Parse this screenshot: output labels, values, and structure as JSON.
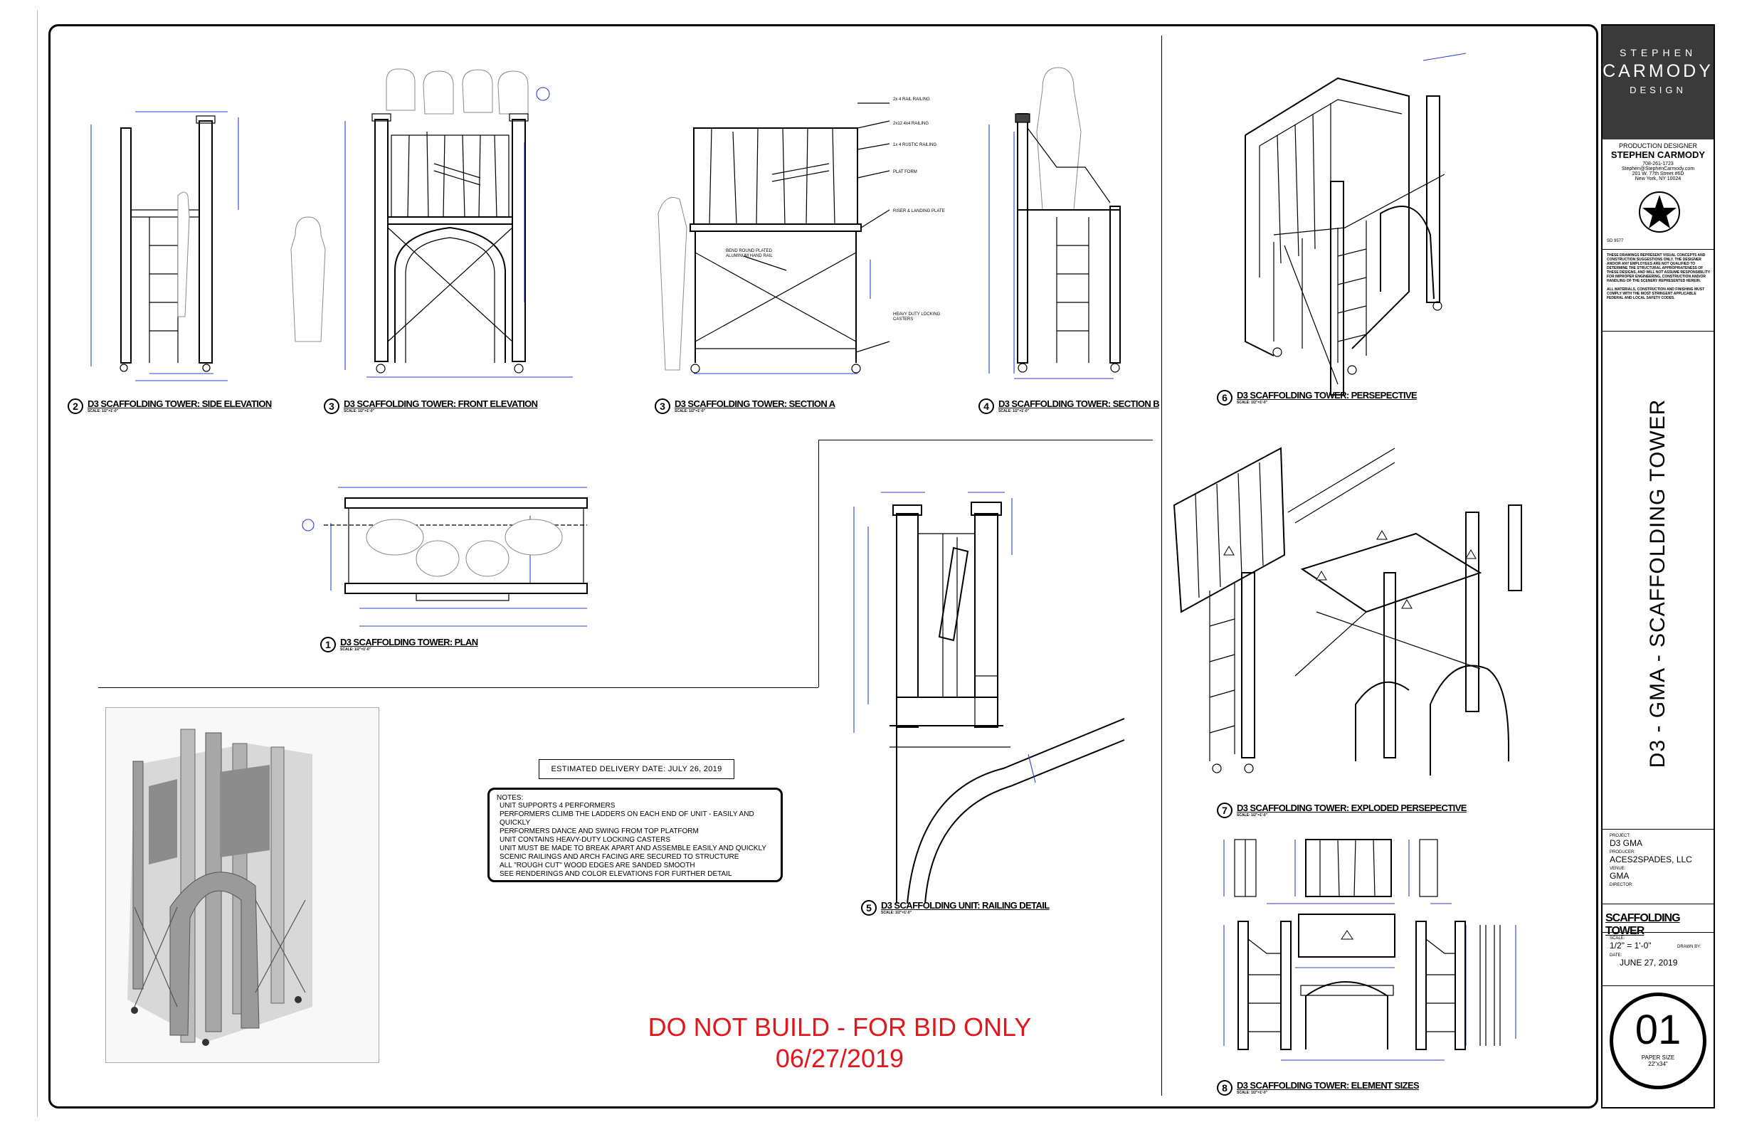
{
  "brand": {
    "line1": "STEPHEN",
    "line2": "CARMODY",
    "line3": "DESIGN"
  },
  "production": {
    "role": "PRODUCTION DESIGNER",
    "name": "STEPHEN CARMODY",
    "phone": "708-261-1723",
    "email": "Stephen@StephenCarmody.com",
    "address1": "201 W. 77th Street #6D",
    "address2": "New York, NY 10024",
    "union": "SD 9577"
  },
  "disclaimer1": "THESE DRAWINGS REPRESENT VISUAL CONCEPTS AND CONSTRUCTION SUGGESTIONS ONLY. THE DESIGNER AND/OR ANY EMPLOYEES ARE NOT QUALIFIED TO DETERMINE THE STRUCTURAL APPROPRIATENESS OF THESE DESIGNS, AND WILL NOT ASSUME RESPONSIBILITY FOR IMPROPER ENGINEERING, CONSTRUCTION AND/OR HANDLING OF THE SCENERY REPRESENTED HEREIN.",
  "disclaimer2": "ALL MATERIALS, CONSTRUCTION AND FINISHING MUST COMPLY WITH THE MOST STRINGENT APPLICABLE FEDERAL AND LOCAL SAFETY CODES.",
  "sheet_title": "D3 - GMA - SCAFFOLDING TOWER",
  "project": {
    "project_label": "PROJECT:",
    "project": "D3 GMA",
    "producer_label": "PRODUCER:",
    "producer": "ACES2SPADES, LLC",
    "venue_label": "VENUE:",
    "venue": "GMA",
    "director_label": "DIRECTOR:"
  },
  "drawing_title": "SCAFFOLDING TOWER",
  "scale_label": "SCALE:",
  "scale": "1/2\" = 1'-0\"",
  "drawn": "DRAWN BY:",
  "date_label": "DATE:",
  "date": "JUNE 27, 2019",
  "sheet_number": "01",
  "paper_size_label": "PAPER SIZE",
  "paper_size": "22\"x34\"",
  "views": [
    {
      "num": "2",
      "title": "D3 SCAFFOLDING TOWER: SIDE ELEVATION",
      "scale": "SCALE: 1/2\"=1'-0\""
    },
    {
      "num": "3",
      "title": "D3 SCAFFOLDING TOWER: FRONT ELEVATION",
      "scale": "SCALE: 1/2\"=1'-0\""
    },
    {
      "num": "3",
      "title": "D3 SCAFFOLDING TOWER: SECTION A",
      "scale": "SCALE: 1/2\"=1'-0\""
    },
    {
      "num": "4",
      "title": "D3 SCAFFOLDING TOWER: SECTION B",
      "scale": "SCALE: 1/2\"=1'-0\""
    },
    {
      "num": "6",
      "title": "D3 SCAFFOLDING TOWER: PERSEPECTIVE",
      "scale": "SCALE: 1/2\"=1'-0\""
    },
    {
      "num": "1",
      "title": "D3 SCAFFOLDING TOWER: PLAN",
      "scale": "SCALE: 1/2\"=1'-0\""
    },
    {
      "num": "7",
      "title": "D3 SCAFFOLDING TOWER: EXPLODED PERSEPECTIVE",
      "scale": "SCALE: 1/2\"=1'-0\""
    },
    {
      "num": "5",
      "title": "D3 SCAFFOLDING UNIT: RAILING DETAIL",
      "scale": "SCALE: 1/2\"=1'-0\""
    },
    {
      "num": "8",
      "title": "D3 SCAFFOLDING TOWER: ELEMENT SIZES",
      "scale": "SCALE: 1/2\"=1'-0\""
    }
  ],
  "section_a_callouts": [
    "2x 4 RAIL RAILING",
    "2x12 4x4 RAILING",
    "1x 4 RUSTIC RAILING",
    "PLAT FORM",
    "RISER & LANDING PLATE",
    "BEND ROUND PLATED ALUMINUM HAND RAIL",
    "HEAVY DUTY LOCKING CASTERS"
  ],
  "estimated_delivery": "ESTIMATED DELIVERY DATE: JULY 26, 2019",
  "notes_header": "NOTES:",
  "notes": [
    "UNIT SUPPORTS 4 PERFORMERS",
    "PERFORMERS CLIMB THE LADDERS ON EACH END OF UNIT - EASILY AND QUICKLY",
    "PERFORMERS DANCE AND SWING FROM TOP PLATFORM",
    "UNIT CONTAINS HEAVY-DUTY LOCKING CASTERS",
    "UNIT MUST BE MADE TO BREAK APART AND ASSEMBLE EASILY AND QUICKLY",
    "SCENIC RAILINGS AND ARCH FACING ARE SECURED TO STRUCTURE",
    "ALL \"ROUGH CUT\" WOOD EDGES ARE SANDED SMOOTH",
    "SEE RENDERINGS AND COLOR ELEVATIONS FOR FURTHER DETAIL"
  ],
  "warning_line1": "DO NOT BUILD - FOR BID ONLY",
  "warning_line2": "06/27/2019",
  "colors": {
    "dimension": "#2b3fd6",
    "warning": "#e3161b",
    "brand_bg": "#3a3a3a"
  }
}
